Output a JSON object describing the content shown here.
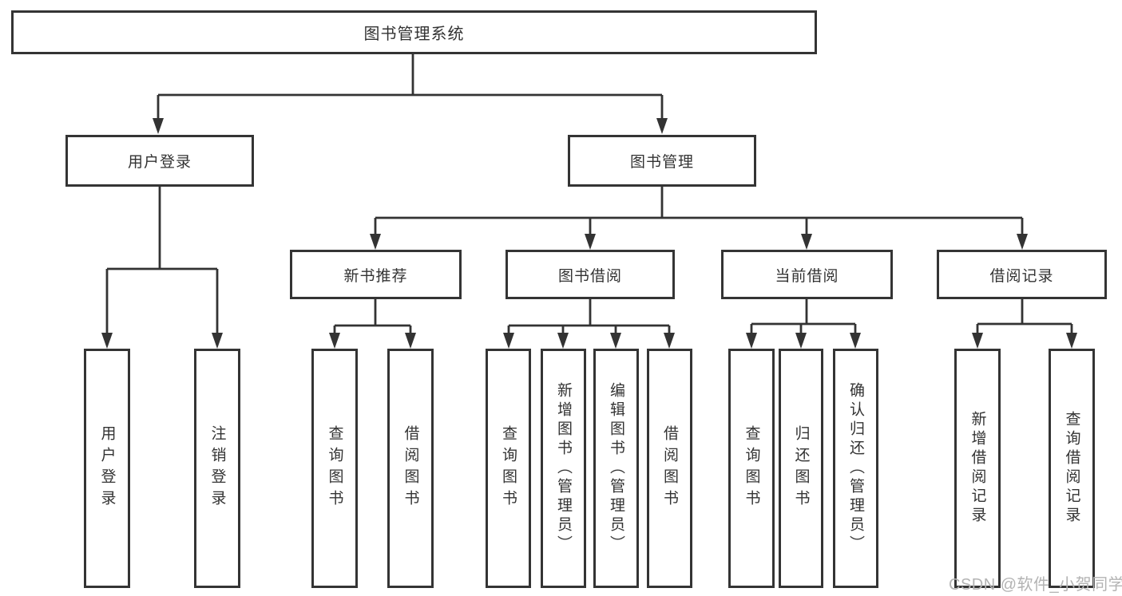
{
  "tree": {
    "root": "图书管理系统",
    "branches": [
      {
        "label": "用户登录",
        "leaves": [
          "用户登录",
          "注销登录"
        ]
      },
      {
        "label": "图书管理",
        "groups": [
          {
            "label": "新书推荐",
            "leaves": [
              "查询图书",
              "借阅图书"
            ]
          },
          {
            "label": "图书借阅",
            "leaves": [
              "查询图书",
              "新增图书（管理员）",
              "编辑图书（管理员）",
              "借阅图书"
            ]
          },
          {
            "label": "当前借阅",
            "leaves": [
              "查询图书",
              "归还图书",
              "确认归还（管理员）"
            ]
          },
          {
            "label": "借阅记录",
            "leaves": [
              "新增借阅记录",
              "查询借阅记录"
            ]
          }
        ]
      }
    ]
  },
  "watermark": "CSDN @软件_小贺同学",
  "colors": {
    "line": "#333333",
    "border": "#343434",
    "text": "#333333",
    "watermark": "#b3b3b3",
    "background": "#ffffff"
  }
}
